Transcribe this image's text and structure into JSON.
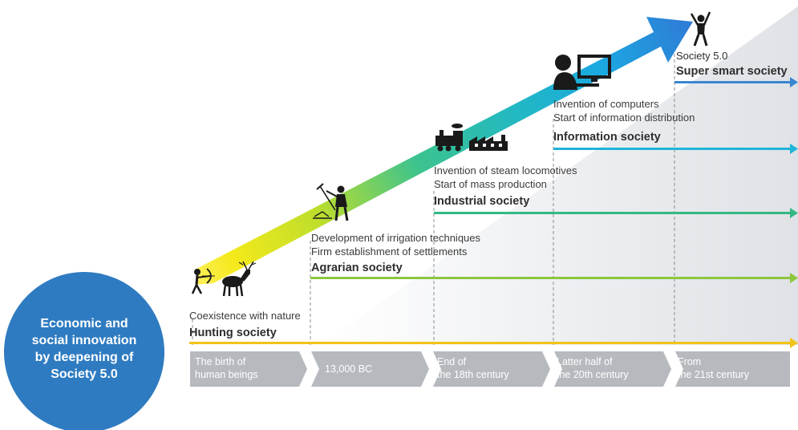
{
  "circle": {
    "text": "Economic and social innovation by deepening of Society 5.0"
  },
  "societies": [
    {
      "id": "hunting",
      "descriptions": [
        "Coexistence with nature"
      ],
      "name": "Hunting society",
      "color": "#f2c318"
    },
    {
      "id": "agrarian",
      "descriptions": [
        "Development of irrigation techniques",
        "Firm establishment of settlements"
      ],
      "name": "Agrarian society",
      "color": "#8cc63f"
    },
    {
      "id": "industrial",
      "descriptions": [
        "Invention of steam locomotives",
        "Start of mass production"
      ],
      "name": "Industrial society",
      "color": "#33b884"
    },
    {
      "id": "information",
      "descriptions": [
        "Invention of computers",
        "Start of information distribution"
      ],
      "name": "Information society",
      "color": "#1fb4d8"
    },
    {
      "id": "super",
      "descriptions": [
        "Society 5.0"
      ],
      "name": "Super smart society",
      "color": "#3b86d1"
    }
  ],
  "timeline": [
    "The birth of human beings",
    "13,000 BC",
    "End of the 18th century",
    "Latter half of the 20th century",
    "From the 21st century"
  ],
  "icons": [
    "hunter-icon",
    "deer-icon",
    "farmer-icon",
    "locomotive-icon",
    "factory-icon",
    "computer-user-icon",
    "raised-arms-person-icon"
  ],
  "colors": {
    "circle": "#2f7bc1",
    "timeline_box": "#b6b9bd",
    "background_wedge": "#e3e5ea"
  }
}
